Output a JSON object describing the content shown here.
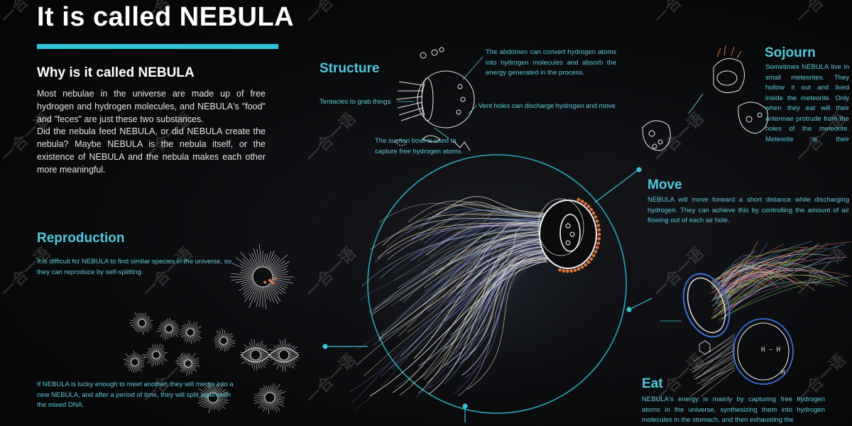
{
  "title": "It is called NEBULA",
  "why": {
    "heading": "Why is it called NEBULA",
    "p1": "Most nebulae in the universe are made up of free hydrogen and hydrogen molecules, and NEBULA's \"food\" and \"feces\" are just these two substances.",
    "p2": "Did the nebula feed NEBULA, or did NEBULA create the nebula? Maybe NEBULA is the nebula itself, or the existence of NEBULA and the nebula makes each other more meaningful."
  },
  "structure": {
    "heading": "Structure",
    "abdomen": "The abdomen can convert hydrogen atoms into hydrogen molecules and absorb the energy generated in the process.",
    "tentacles": "Tentacles to grab things",
    "vent": "Vent holes can discharge hydrogen and move",
    "suction": "The suction bowl is used to capture free hydrogen atoms."
  },
  "sojourn": {
    "heading": "Sojourn",
    "text": "Sometimes NEBULA live in small meteorites. They hollow it out and lived inside the meteorite. Only when they eat will their antennae protrude from the holes of the meteorite. Meteorite is their camouflage suit."
  },
  "move": {
    "heading": "Move",
    "text": "NEBULA will move forward a short distance while discharging hydrogen. They can achieve this by controlling the amount of air flowing out of each air hole."
  },
  "reproduction": {
    "heading": "Reproduction",
    "text1": "It is difficult for NEBULA to find similar species in the universe, so they can reproduce by self-splitting.",
    "text2": "If NEBULA is lucky enough to meet another, they will merge into a new NEBULA, and after a period of time, they will split again with the mixed DNA."
  },
  "eat": {
    "heading": "Eat",
    "text": "NEBULA's energy is mainly by capturing free hydrogen atoms in the universe, synthesizing them into hydrogen molecules in the stomach, and then exhausting the"
  },
  "labels": {
    "h_h": "H — H",
    "h": "H"
  },
  "watermark": "一合一语 One Comeback One Promise",
  "colors": {
    "accent": "#2ec4d6",
    "label_cyan": "#5cc9dd",
    "white": "#ffffff"
  }
}
